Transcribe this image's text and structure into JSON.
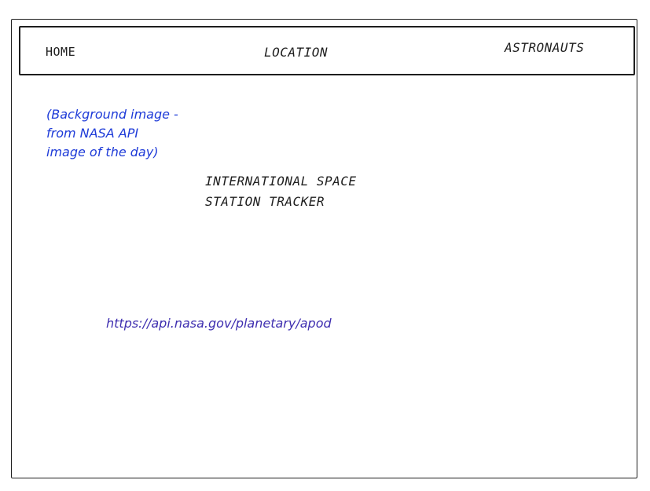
{
  "nav": {
    "home": "HOME",
    "location": "LOCATION",
    "astronauts": "ASTRONAUTS"
  },
  "background_note": "(Background image -\nfrom NASA API\nimage of the day)",
  "title": {
    "line1": "INTERNATIONAL SPACE",
    "line2": "STATION TRACKER"
  },
  "api_link": "https://api.nasa.gov/planetary/apod",
  "colors": {
    "ink": "#1e1e1e",
    "note_blue": "#1e3bd8",
    "link_purple": "#3f2fb0"
  }
}
